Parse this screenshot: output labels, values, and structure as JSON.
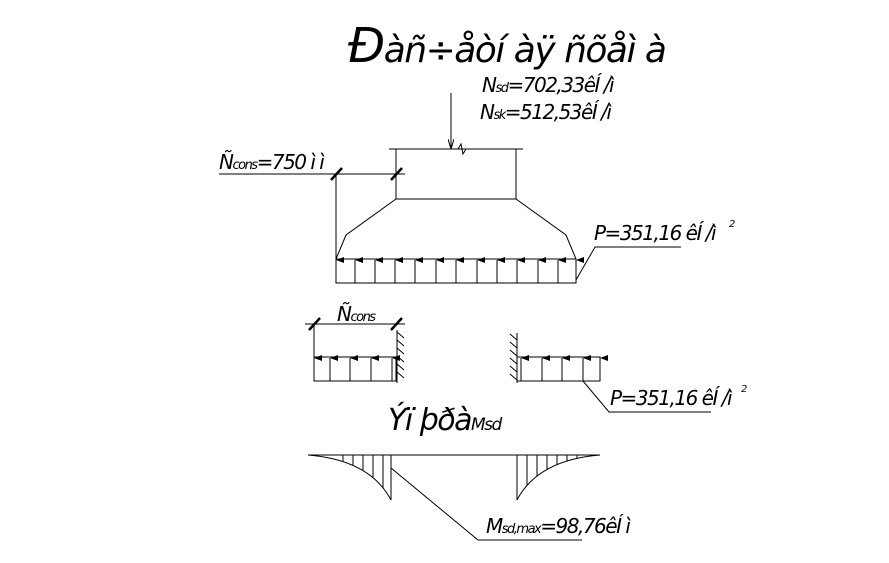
{
  "title": {
    "first": "Đ",
    "rest": "àñ÷åòí àÿ ñõåì à"
  },
  "loads": {
    "nsd_sym": "N",
    "nsd_sub": "sd",
    "nsd_val": "=702,33êÍ /ì",
    "nsk_sym": "N",
    "nsk_sub": "sk",
    "nsk_val": "=512,53êÍ /ì"
  },
  "cantilever": {
    "sym": "Ñ",
    "sub": "cons",
    "val": "=750 ì ì"
  },
  "pressure_top": {
    "val": "P=351,16 êÍ /ì",
    "sup": "2"
  },
  "lower": {
    "cons_sym": "Ñ",
    "cons_sub": "cons",
    "pressure_val": "P=351,16 êÍ /ì",
    "pressure_sup": "2"
  },
  "moment": {
    "title": "Ýï þðà",
    "title_sub": "Msd",
    "max_sym": "M",
    "max_sub": "sd,max",
    "max_val": "=98,76êÍ ì"
  }
}
